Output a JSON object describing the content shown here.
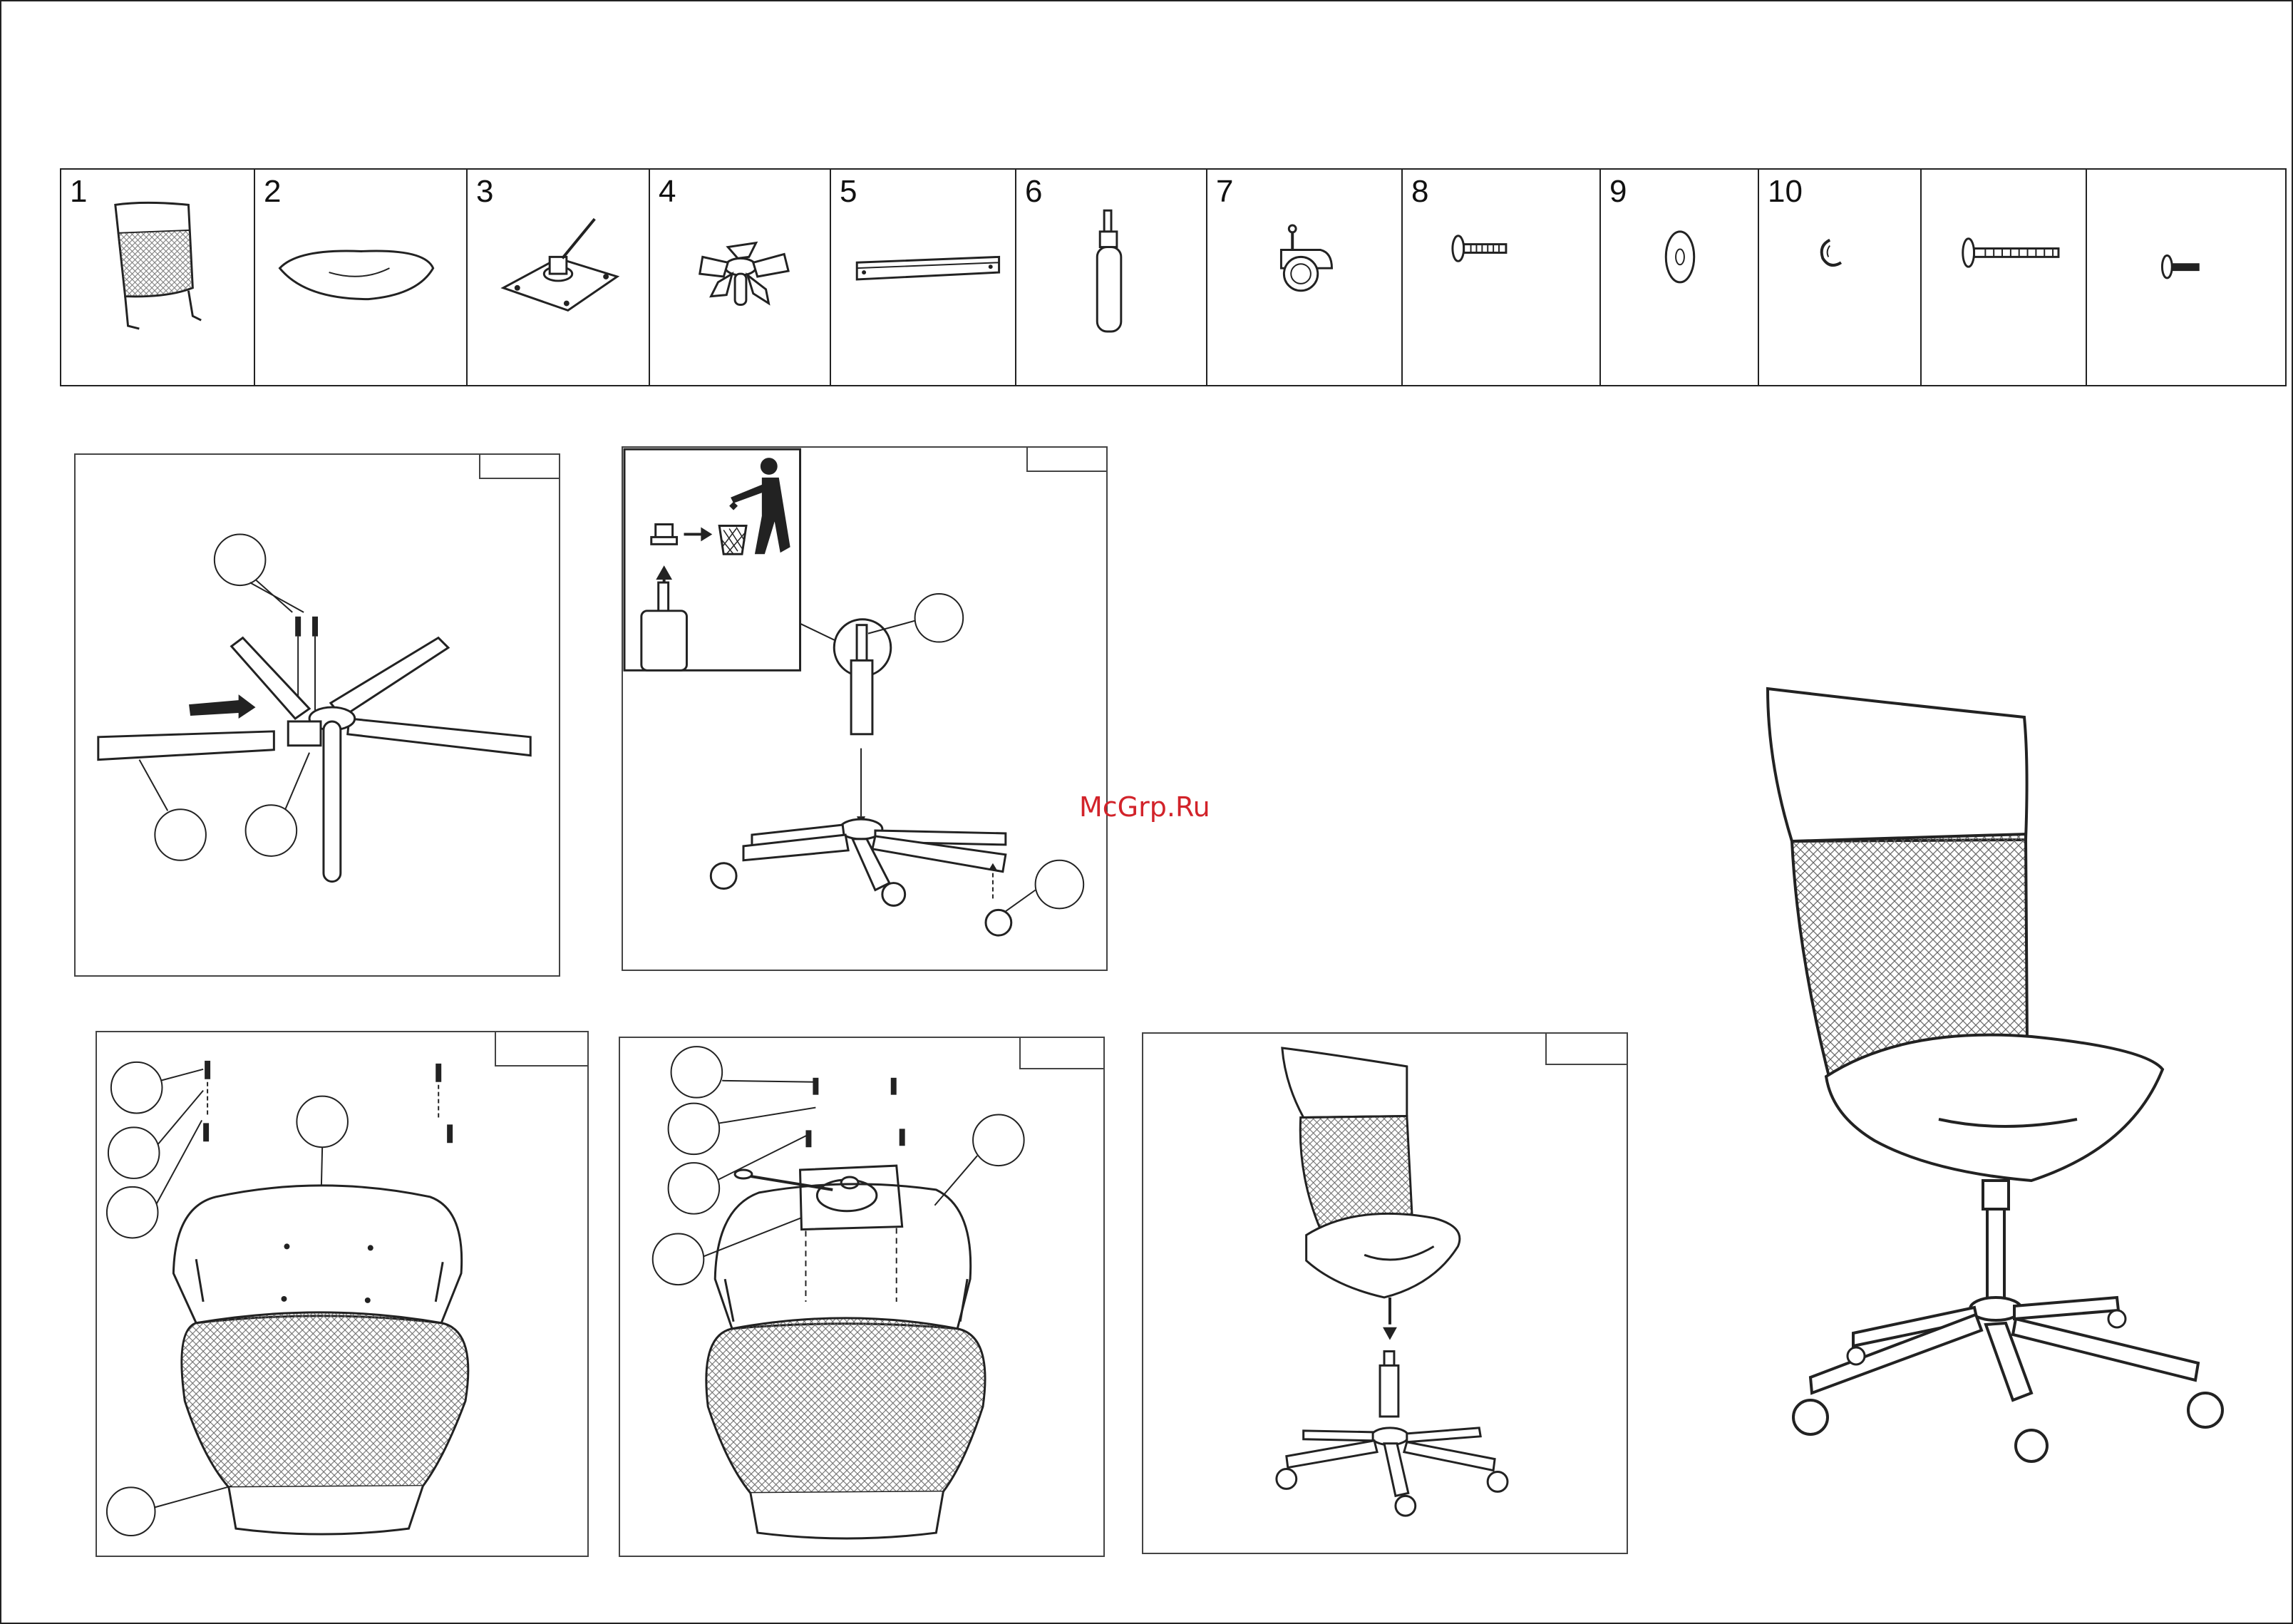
{
  "document": {
    "watermark": "McGrp.Ru",
    "parts": [
      {
        "number": "1",
        "icon": "mesh-backrest-icon"
      },
      {
        "number": "2",
        "icon": "seat-icon"
      },
      {
        "number": "3",
        "icon": "tilt-mechanism-icon"
      },
      {
        "number": "4",
        "icon": "base-hub-icon"
      },
      {
        "number": "5",
        "icon": "base-leg-icon"
      },
      {
        "number": "6",
        "icon": "gas-lift-icon"
      },
      {
        "number": "7",
        "icon": "caster-icon"
      },
      {
        "number": "8",
        "icon": "bolt-icon"
      },
      {
        "number": "9",
        "icon": "washer-icon"
      },
      {
        "number": "10",
        "icon": "spring-washer-icon"
      },
      {
        "number": "",
        "icon": "long-bolt-icon"
      },
      {
        "number": "",
        "icon": "short-bolt-icon"
      }
    ],
    "steps": [
      {
        "icon": "base-assembly-icon"
      },
      {
        "icon": "gas-lift-caster-icon"
      },
      {
        "icon": "backrest-seat-icon"
      },
      {
        "icon": "mechanism-mount-icon"
      },
      {
        "icon": "chair-on-base-icon"
      }
    ],
    "recycle_note": {
      "icon": "trash-bin-icon"
    },
    "final": {
      "icon": "finished-chair-icon"
    }
  }
}
